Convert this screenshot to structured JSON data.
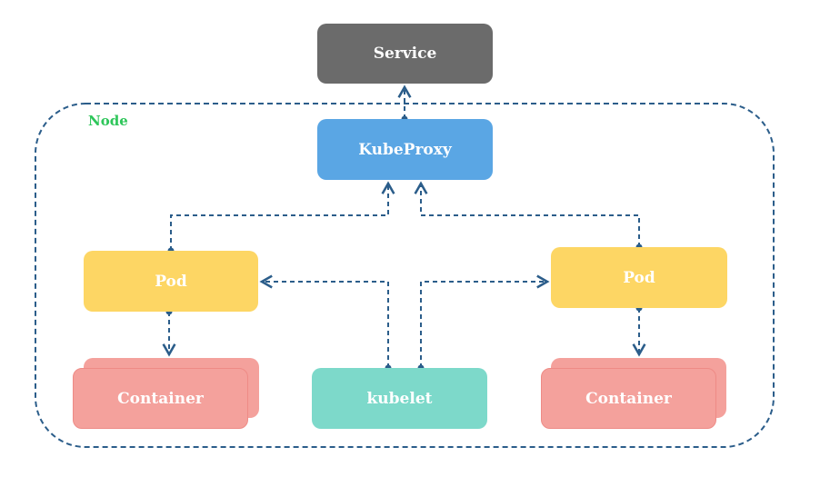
{
  "node": {
    "label": "Node"
  },
  "service": {
    "label": "Service"
  },
  "kubeproxy": {
    "label": "KubeProxy"
  },
  "pod_left": {
    "label": "Pod"
  },
  "pod_right": {
    "label": "Pod"
  },
  "container_left": {
    "label": "Container"
  },
  "container_right": {
    "label": "Container"
  },
  "kubelet": {
    "label": "kubelet"
  },
  "colors": {
    "service": "#6b6b6b",
    "kubeproxy": "#5aa6e4",
    "pod": "#fdd664",
    "container": "#f4a19c",
    "kubelet": "#7dd9ca",
    "connector": "#2b5d8a",
    "node_label": "#2ec65a"
  }
}
